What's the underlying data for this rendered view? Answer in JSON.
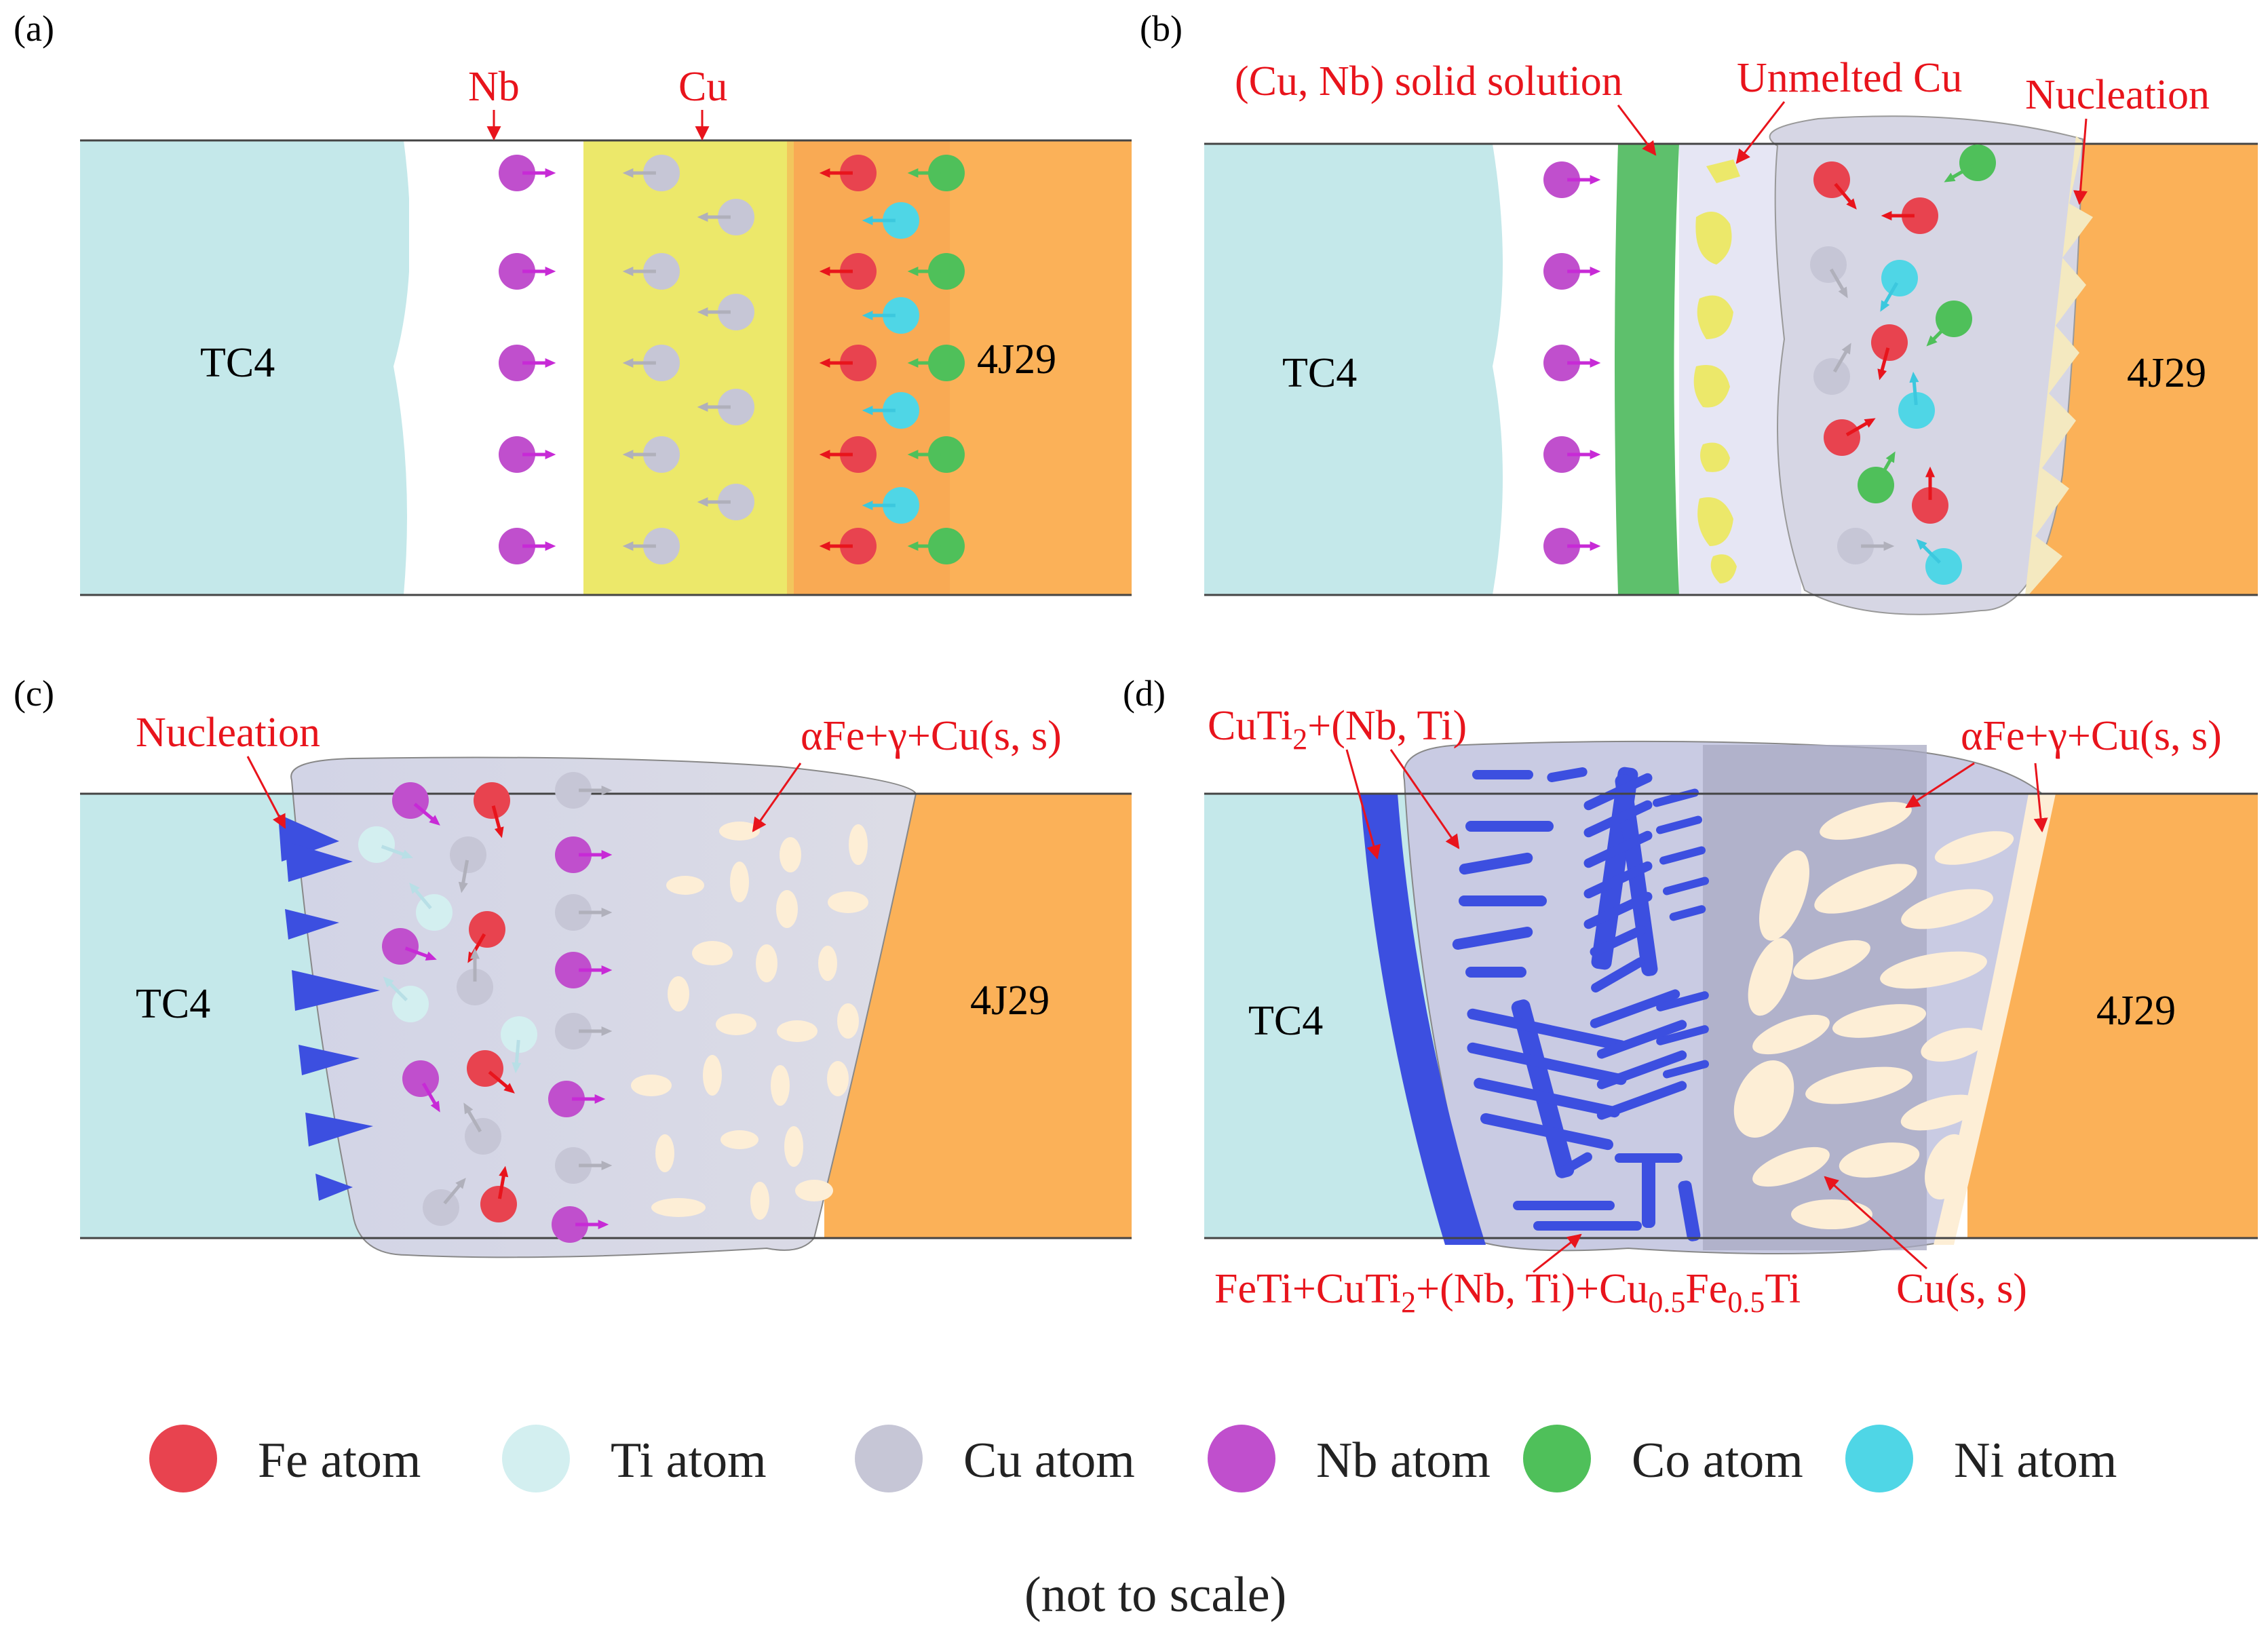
{
  "panels": {
    "a": {
      "label": "(a)",
      "tc4": "TC4",
      "j29": "4J29",
      "nb": "Nb",
      "cu": "Cu"
    },
    "b": {
      "label": "(b)",
      "tc4": "TC4",
      "j29": "4J29",
      "solid_solution": "(Cu, Nb) solid solution",
      "unmelted": "Unmelted Cu",
      "nucleation": "Nucleation"
    },
    "c": {
      "label": "(c)",
      "tc4": "TC4",
      "j29": "4J29",
      "nucleation": "Nucleation",
      "phases": "αFe+γ+Cu(s, s)"
    },
    "d": {
      "label": "(d)",
      "tc4": "TC4",
      "j29": "4J29",
      "cuti2_top": {
        "base": "CuTi",
        "sub": "2",
        "rest": "+(Nb, Ti)"
      },
      "phases": "αFe+γ+Cu(s, s)",
      "bottom_formula": [
        {
          "t": "FeTi+CuTi",
          "sub": false
        },
        {
          "t": "2",
          "sub": true
        },
        {
          "t": "+(Nb, Ti)+Cu",
          "sub": false
        },
        {
          "t": "0.5",
          "sub": true
        },
        {
          "t": "Fe",
          "sub": false
        },
        {
          "t": "0.5",
          "sub": true
        },
        {
          "t": "Ti",
          "sub": false
        }
      ],
      "cu_ss": "Cu(s, s)"
    }
  },
  "legend": [
    {
      "label": "Fe atom",
      "color": "#e8434f"
    },
    {
      "label": "Ti atom",
      "color": "#d3eff0"
    },
    {
      "label": "Cu atom",
      "color": "#c6c6d6"
    },
    {
      "label": "Nb atom",
      "color": "#c04fcd"
    },
    {
      "label": "Co atom",
      "color": "#4fc05a"
    },
    {
      "label": "Ni atom",
      "color": "#4fd6e6"
    }
  ],
  "note": "(not to scale)",
  "colors": {
    "tc4": "#c4e8ea",
    "j29": "#fbb158",
    "cu_foil": "#ece86a",
    "nb_foil": "#ffffff",
    "weld_pool": "#d6d6e4",
    "solid_solution": "#5ec06c",
    "cuti2_band": "#3c4fe0",
    "phase_particle": "#fdeed6",
    "annotation": "#e8141c"
  }
}
